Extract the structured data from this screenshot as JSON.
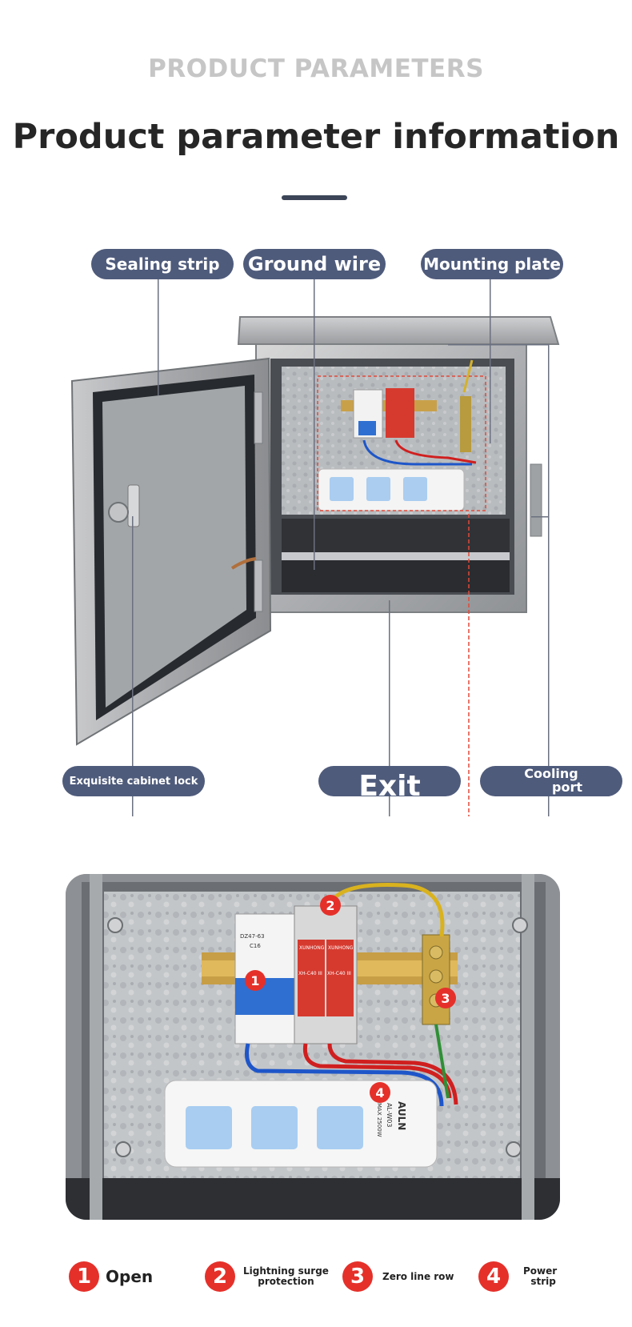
{
  "header": {
    "subtitle": "PRODUCT PARAMETERS",
    "title": "Product parameter information"
  },
  "labels": {
    "sealing_strip": "Sealing strip",
    "ground_wire": "Ground wire",
    "mounting_plate": "Mounting plate",
    "cabinet_lock": "Exquisite cabinet lock",
    "exit": "Exit",
    "cooling_port_line1": "Cooling",
    "cooling_port_line2": "port"
  },
  "closeup_markers": [
    "1",
    "2",
    "3",
    "4"
  ],
  "device_text": {
    "breaker_model": "DZ47-63",
    "breaker_rating": "C16",
    "spd_brand": "XUNHONG",
    "spd_model": "XH-C40 III",
    "strip_brand": "AULN",
    "strip_model": "AL-W03",
    "strip_max": "MAX 2500W"
  },
  "legend": [
    {
      "number": "1",
      "label": "Open"
    },
    {
      "number": "2",
      "label_line1": "Lightning surge",
      "label_line2": "protection"
    },
    {
      "number": "3",
      "label": "Zero line row"
    },
    {
      "number": "4",
      "label_line1": "Power",
      "label_line2": "strip"
    }
  ],
  "colors": {
    "pill": "#4f5b7b",
    "marker_red": "#e5302a",
    "title": "#262626",
    "subtitle": "#c6c6c6"
  }
}
